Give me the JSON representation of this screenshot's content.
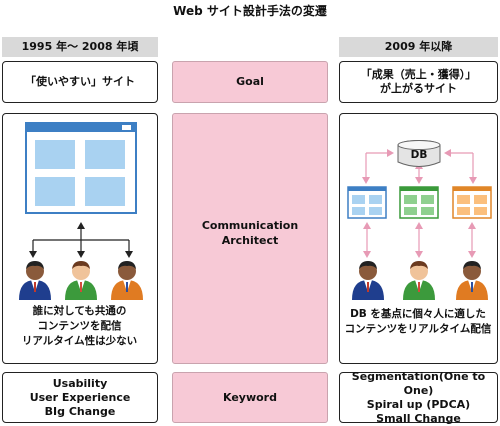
{
  "title": "Web サイト設計手法の変遷",
  "left_header": "1995 年～ 2008 年頃",
  "right_header": "2009 年以降",
  "rows": {
    "goal": {
      "label": "Goal",
      "left": "「使いやすい」サイト",
      "right_line1": "「成果（売上・獲得）」",
      "right_line2": "が上がるサイト"
    },
    "communication": {
      "label_line1": "Communication",
      "label_line2": "Architect",
      "left_line1": "誰に対しても共通の",
      "left_line2": "コンテンツを配信",
      "left_line3": "リアルタイム性は少ない",
      "right_line1": "DB を基点に個々人に適した",
      "right_line2": "コンテンツをリアルタイム配信",
      "db_label": "DB"
    },
    "keyword": {
      "label": "Keyword",
      "left_line1": "Usability",
      "left_line2": "User Experience",
      "left_line3": "BIg Change",
      "right_line1": "Segmentation(One to One)",
      "right_line2": "Spiral up (PDCA)",
      "right_line3": "Small Change"
    }
  },
  "colors": {
    "pink": "#f7c9d6",
    "header_gray": "#d9d9d9",
    "window_blue": "#3d7fc4",
    "pane_blue": "#a9d2f1",
    "window_green": "#3a9a3a",
    "pane_green": "#8fd08f",
    "window_orange": "#e08628",
    "pane_orange": "#fbbf7d",
    "arrow_pink": "#e79ab5"
  }
}
